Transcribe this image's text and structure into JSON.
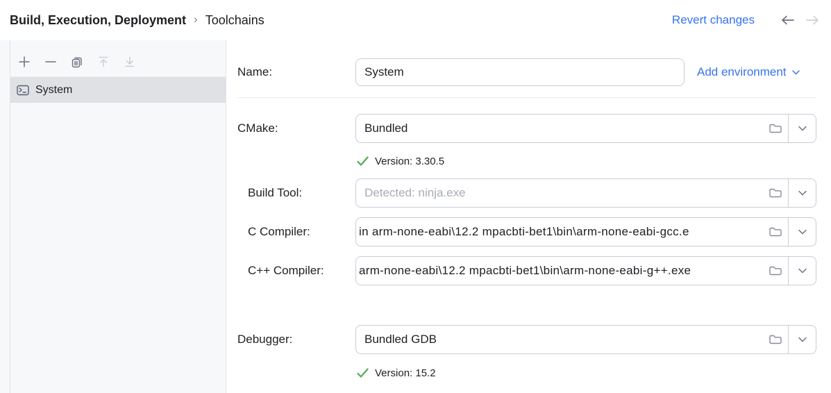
{
  "header": {
    "breadcrumb": {
      "section": "Build, Execution, Deployment",
      "separator": "›",
      "page": "Toolchains"
    },
    "revert_label": "Revert changes"
  },
  "sidebar": {
    "toolbar_icons": [
      {
        "name": "add",
        "enabled": true
      },
      {
        "name": "remove",
        "enabled": true
      },
      {
        "name": "duplicate",
        "enabled": true
      },
      {
        "name": "move-up",
        "enabled": false
      },
      {
        "name": "move-down",
        "enabled": false
      }
    ],
    "items": [
      {
        "label": "System",
        "icon": "terminal",
        "selected": true
      }
    ]
  },
  "form": {
    "name_label": "Name:",
    "name_value": "System",
    "add_environment_label": "Add environment",
    "cmake": {
      "label": "CMake:",
      "value": "Bundled",
      "status": "Version: 3.30.5"
    },
    "build_tool": {
      "label": "Build Tool:",
      "placeholder": "Detected: ninja.exe"
    },
    "c_compiler": {
      "label": "C Compiler:",
      "value": "in arm-none-eabi\\12.2 mpacbti-bet1\\bin\\arm-none-eabi-gcc.e"
    },
    "cpp_compiler": {
      "label": "C++ Compiler:",
      "value": "arm-none-eabi\\12.2 mpacbti-bet1\\bin\\arm-none-eabi-g++.exe"
    },
    "debugger": {
      "label": "Debugger:",
      "value": "Bundled GDB",
      "status": "Version: 15.2"
    }
  },
  "colors": {
    "accent_blue": "#3574F0",
    "success_green": "#4DAB58",
    "selection_bg": "#DFE1E5",
    "field_border": "#C9CCD6",
    "placeholder_text": "#A8ABB5",
    "icon_gray": "#6C707E",
    "disabled_icon": "#C9CCD6"
  }
}
